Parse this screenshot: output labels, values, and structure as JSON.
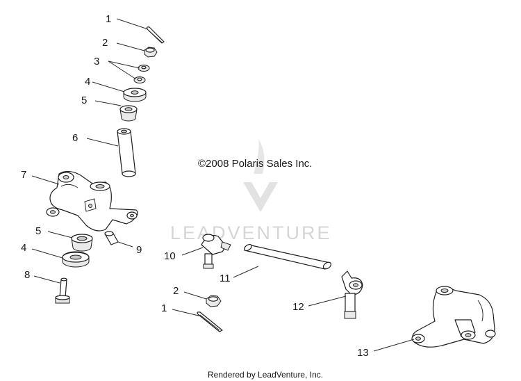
{
  "copyright": "©2008 Polaris Sales Inc.",
  "watermark": "LEADVENTURE",
  "footer": "Rendered by LeadVenture, Inc.",
  "callouts": [
    "1",
    "2",
    "3",
    "4",
    "5",
    "6",
    "7",
    "5",
    "4",
    "8",
    "9",
    "10",
    "11",
    "2",
    "1",
    "12",
    "13"
  ]
}
